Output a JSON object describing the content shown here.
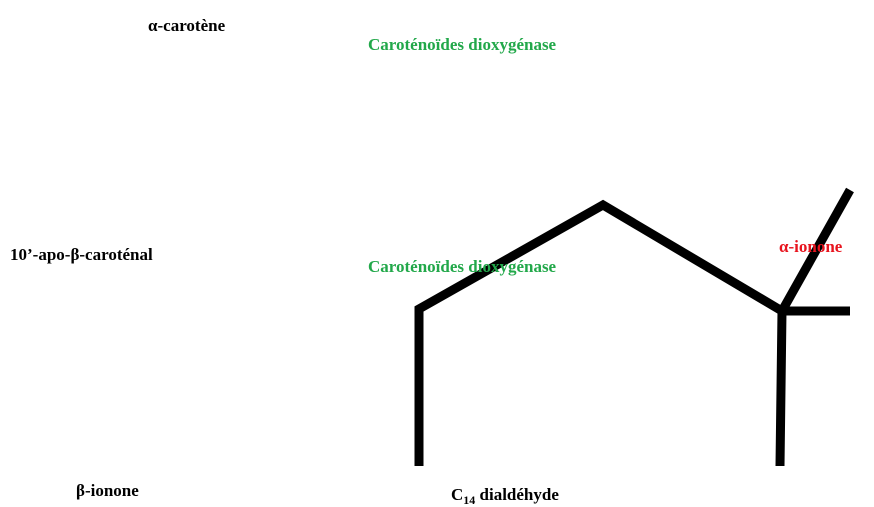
{
  "labels": {
    "alpha_carotene": "α-carotène",
    "enzyme_1": "Caroténoïdes dioxygénase",
    "apo_carotenal": "10’-apo-β-caroténal",
    "enzyme_2": "Caroténoïdes dioxygénase",
    "alpha_ionone": "α-ionone",
    "beta_ionone": "β-ionone",
    "c14_main": "C",
    "c14_sub": "14",
    "c14_rest": " dialdéhyde"
  },
  "colors": {
    "compound": "#000000",
    "enzyme": "#22a84a",
    "highlight": "#e8141e",
    "bond": "#000000"
  }
}
